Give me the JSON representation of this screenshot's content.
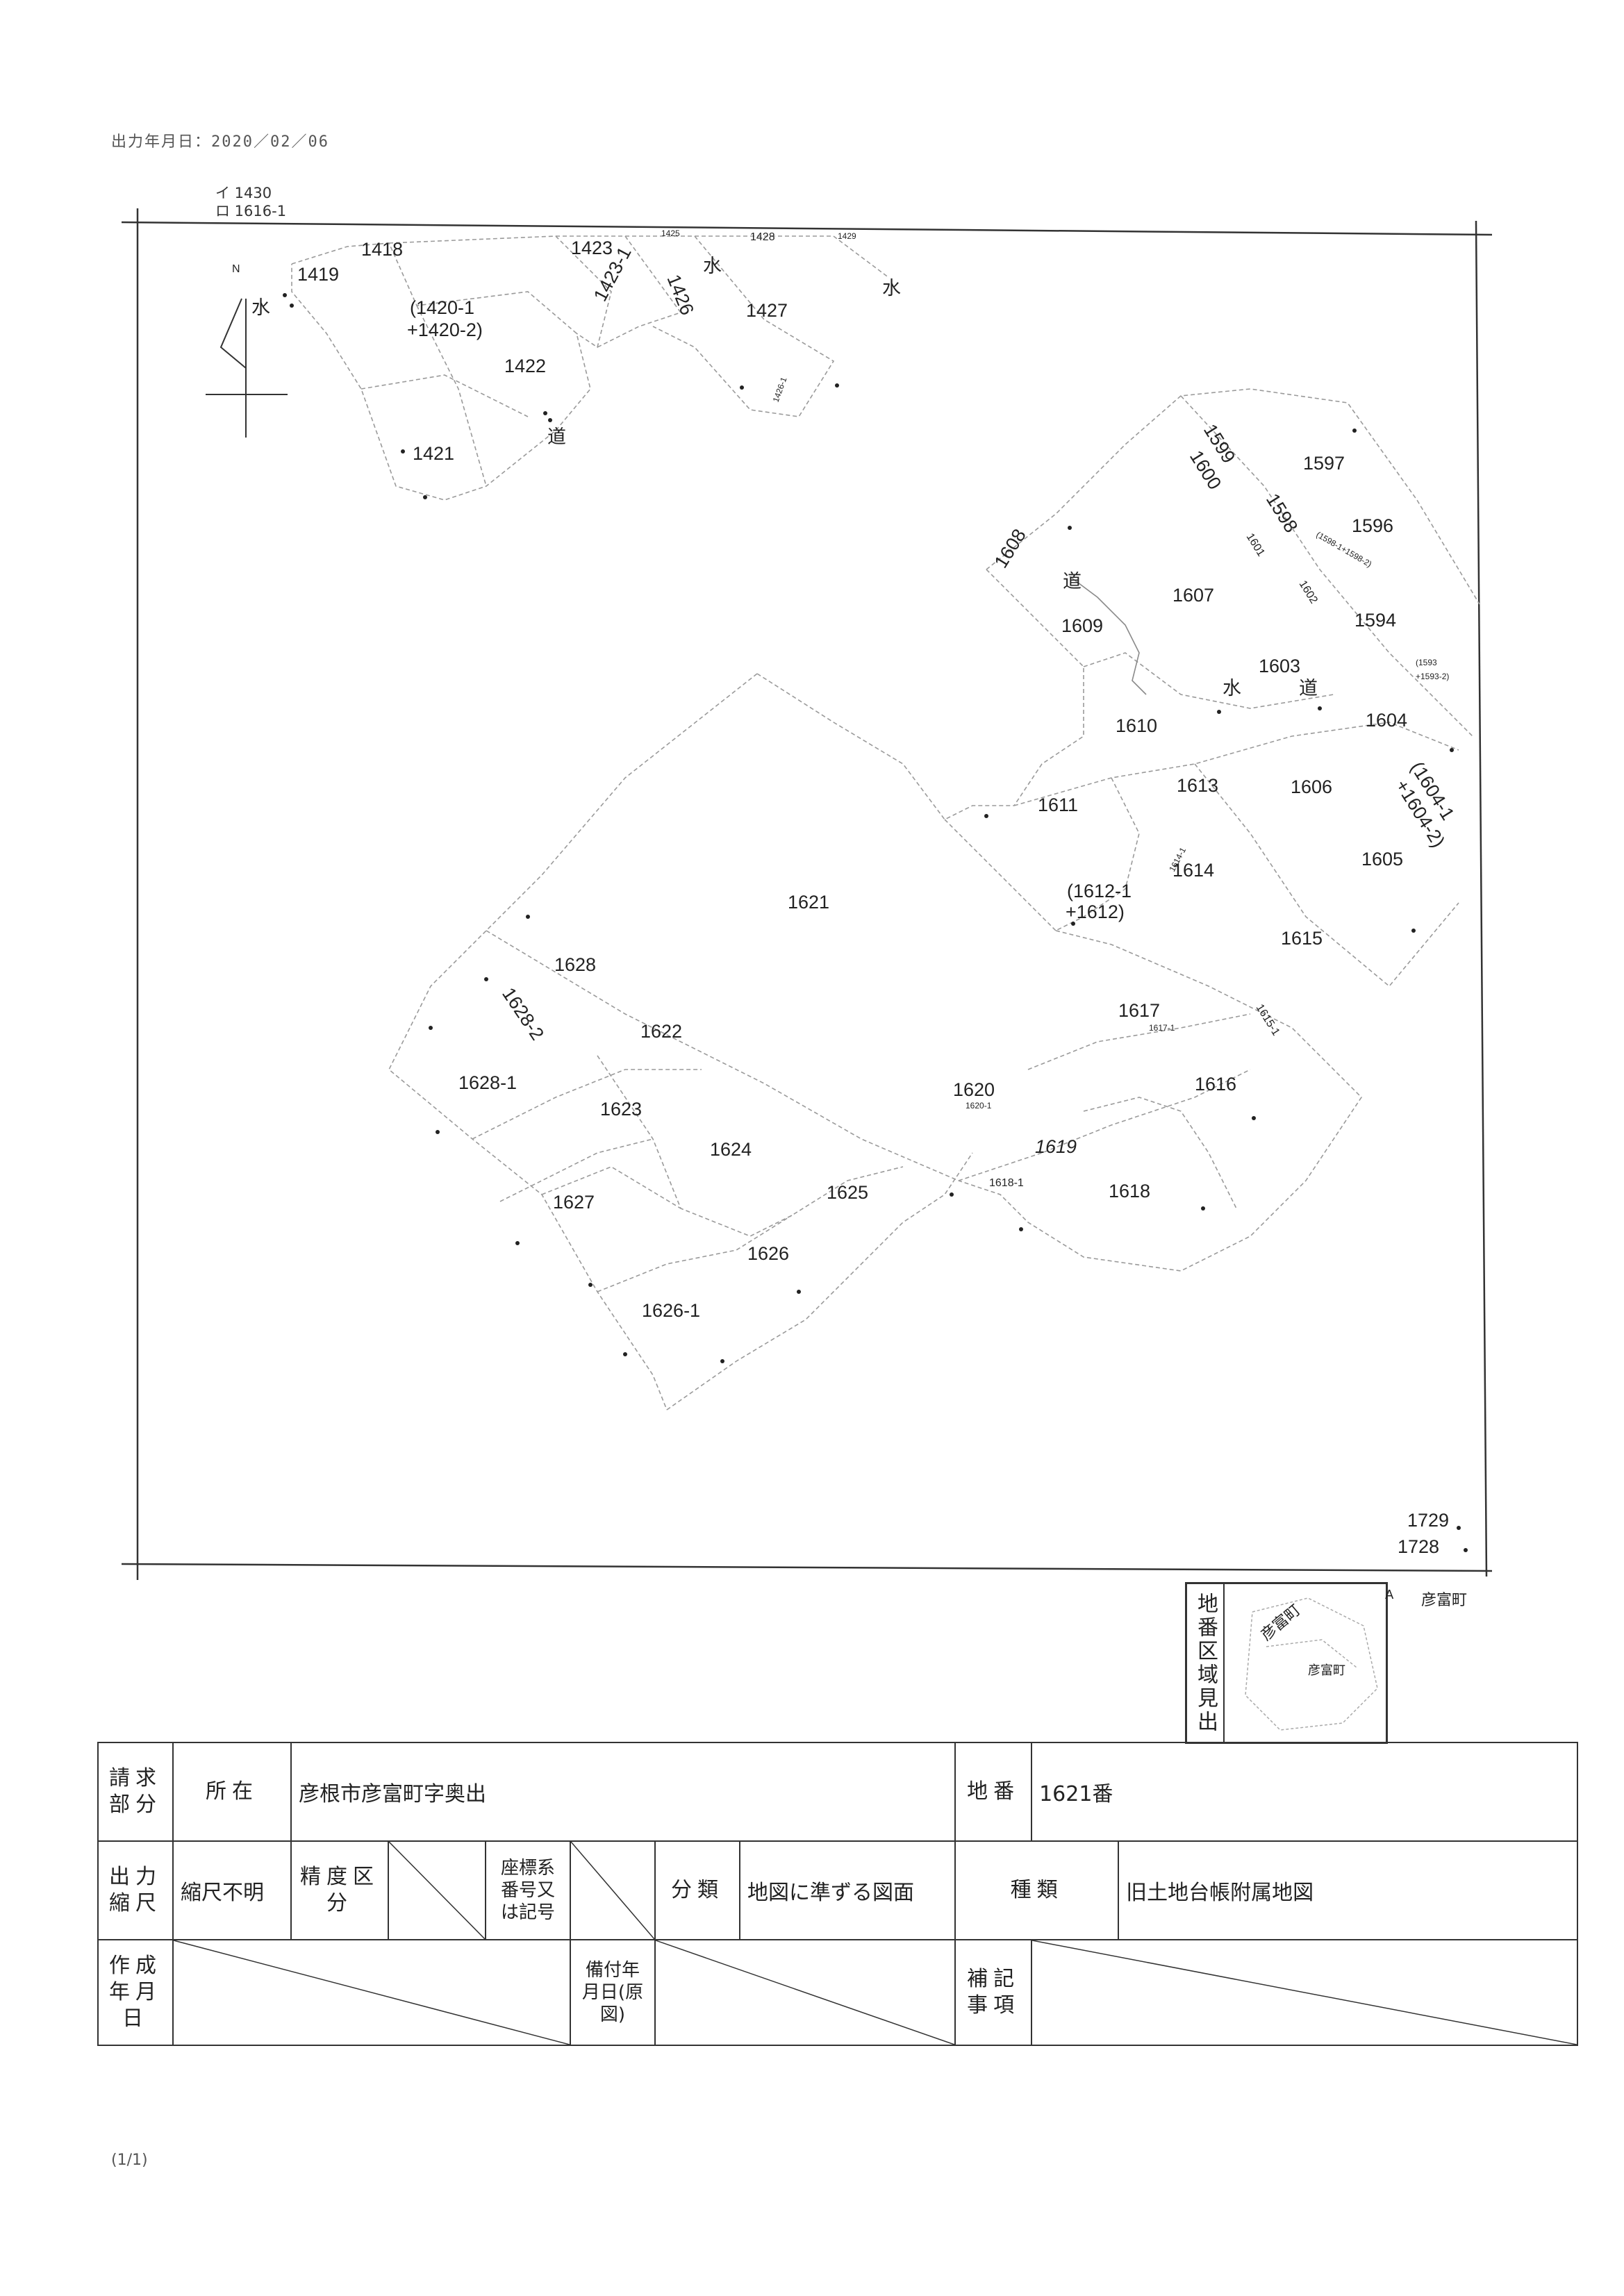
{
  "header": {
    "printed_date": "出力年月日：2020／02／06",
    "legend_lines": [
      "イ 1430",
      "ロ 1616-1"
    ]
  },
  "map": {
    "north_label": "N",
    "symbols": {
      "water": "水",
      "road": "道"
    },
    "parcels_top_left": [
      "1418",
      "1419",
      "(1420-1",
      "+1420-2)",
      "1421",
      "1422",
      "1423",
      "1423-1",
      "1425",
      "1426",
      "1426-1",
      "1427",
      "1428",
      "1429"
    ],
    "parcels_right": [
      "1594",
      "1596",
      "1597",
      "1598",
      "1599",
      "1600",
      "1601",
      "1602",
      "1603",
      "1604",
      "(1604-1",
      "+1604-2)",
      "1605",
      "1606",
      "1607",
      "1608",
      "1609",
      "1610",
      "1611",
      "(1612-1",
      "+1612)",
      "1613",
      "1614",
      "1614-1",
      "1615",
      "1615-1",
      "1616",
      "1617",
      "1617-1",
      "1618",
      "1618-1",
      "1619",
      "1620",
      "1620-1",
      "(1593",
      "+1593-2)",
      "(1598-1+1598-2)"
    ],
    "parcels_center": [
      "1621",
      "1622",
      "1623",
      "1624",
      "1625",
      "1626",
      "1626-1",
      "1627",
      "1628",
      "1628-1",
      "1628-2"
    ],
    "edge_labels": [
      "1729",
      "1728"
    ]
  },
  "index_map": {
    "title": "地番区域見出",
    "label_a": "彦富町",
    "label_b": "彦富町",
    "outside_mark": "A",
    "outside_label": "彦富町"
  },
  "info_table": {
    "request_section_label": "請求部分",
    "location_label": "所在",
    "location_value": "彦根市彦富町字奥出",
    "lot_label": "地番",
    "lot_value": "1621番",
    "output_scale_label": "出力縮尺",
    "output_scale_value": "縮尺不明",
    "precision_label": "精度区分",
    "coord_label": "座標系番号又は記号",
    "class_label": "分類",
    "class_value": "地図に準ずる図面",
    "kind_label": "種類",
    "kind_value": "旧土地台帳附属地図",
    "created_label": "作成年月日",
    "attached_label": "備付年月日(原図)",
    "notes_label": "補記事項"
  },
  "footer": {
    "page_count": "(1/1)"
  }
}
